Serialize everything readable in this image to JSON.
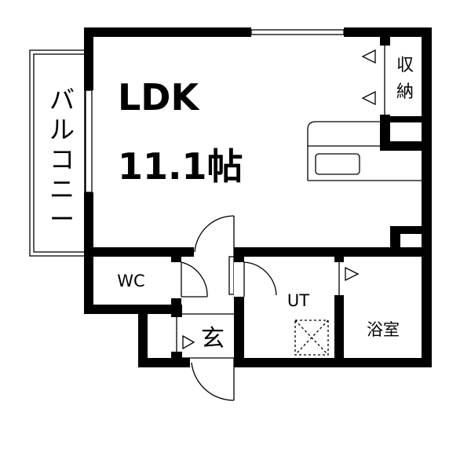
{
  "rooms": {
    "ldk": {
      "name": "LDK",
      "size": "11.1帖"
    },
    "storage": {
      "chars": [
        "収",
        "納"
      ]
    },
    "balcony": {
      "chars": [
        "バ",
        "ル",
        "コ",
        "ニ",
        "ー"
      ]
    },
    "wc": {
      "name": "WC"
    },
    "entrance": {
      "name": "玄"
    },
    "utility": {
      "name": "UT"
    },
    "bath": {
      "name": "浴室"
    }
  },
  "icons": {
    "door": "door-swing-icon",
    "washer": "washer-pan-icon",
    "closet": "closet-door-icon",
    "kitchen": "kitchen-counter-icon"
  },
  "colors": {
    "wall": "#000000",
    "background": "#ffffff"
  }
}
